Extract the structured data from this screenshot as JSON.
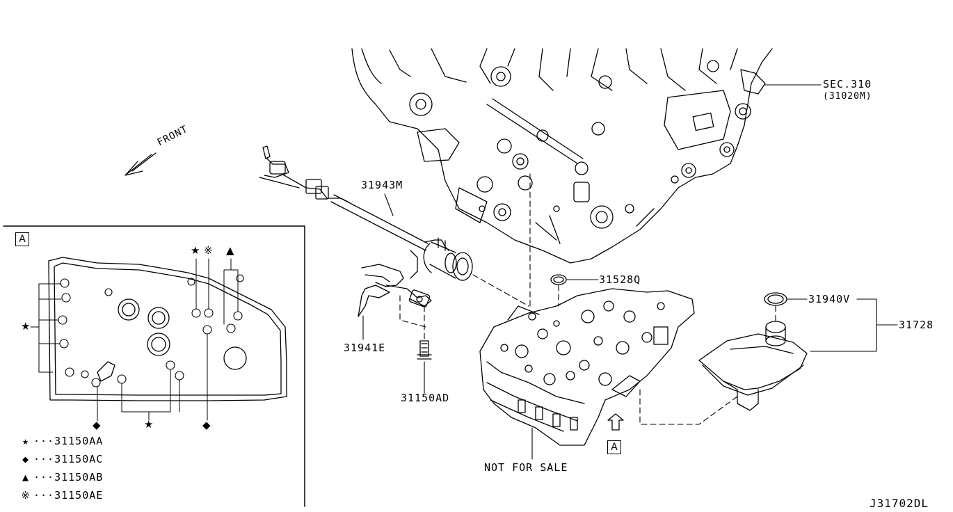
{
  "diagram": {
    "id_code": "J31702DL",
    "front_label": "FRONT",
    "not_for_sale": "NOT FOR SALE",
    "view_ref": "A",
    "parts": {
      "sec310": "SEC.310",
      "sec310_sub": "(31020M)",
      "p31943M": "31943M",
      "p31528Q": "31528Q",
      "p31940V": "31940V",
      "p31728": "31728",
      "p31941E": "31941E",
      "p31150AD": "31150AD"
    }
  },
  "detail_view": {
    "title": "A",
    "markers": {
      "star": "★",
      "diamond": "◆",
      "triangle": "▲",
      "asterisk": "※"
    },
    "legend": [
      {
        "symbol": "★",
        "icon": "star-icon",
        "text": "···31150AA"
      },
      {
        "symbol": "◆",
        "icon": "diamond-icon",
        "text": "···31150AC"
      },
      {
        "symbol": "▲",
        "icon": "triangle-icon",
        "text": "···31150AB"
      },
      {
        "symbol": "※",
        "icon": "asterisk-icon",
        "text": "···31150AE"
      }
    ]
  }
}
